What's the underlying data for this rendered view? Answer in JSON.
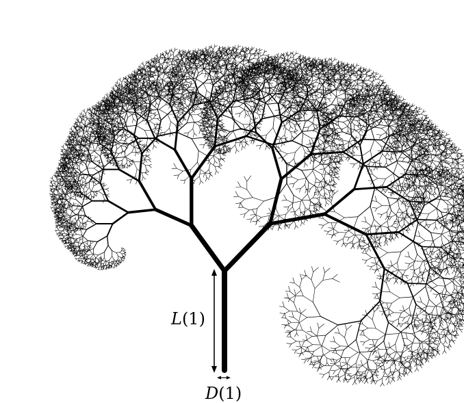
{
  "labels": {
    "length_symbol": "L",
    "length_arg": "(1)",
    "diameter_symbol": "D",
    "diameter_arg": "(1)"
  },
  "tree": {
    "stroke_color": "#000000",
    "background": "#ffffff"
  }
}
